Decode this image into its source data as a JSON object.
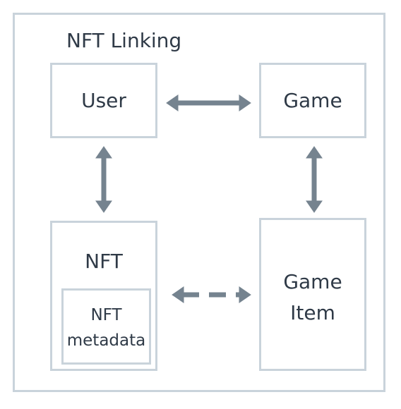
{
  "diagram": {
    "title": "NFT Linking",
    "nodes": {
      "user": "User",
      "game": "Game",
      "nft": "NFT",
      "nft_metadata_line1": "NFT",
      "nft_metadata_line2": "metadata",
      "game_item_line1": "Game",
      "game_item_line2": "Item"
    },
    "edges": [
      {
        "from": "User",
        "to": "Game",
        "style": "solid",
        "direction": "both"
      },
      {
        "from": "User",
        "to": "NFT",
        "style": "solid",
        "direction": "both"
      },
      {
        "from": "Game",
        "to": "Game Item",
        "style": "solid",
        "direction": "both"
      },
      {
        "from": "NFT",
        "to": "Game Item",
        "style": "dashed",
        "direction": "both"
      }
    ],
    "colors": {
      "border": "#c9d3db",
      "arrow": "#75838f",
      "text": "#2f3a47"
    }
  }
}
